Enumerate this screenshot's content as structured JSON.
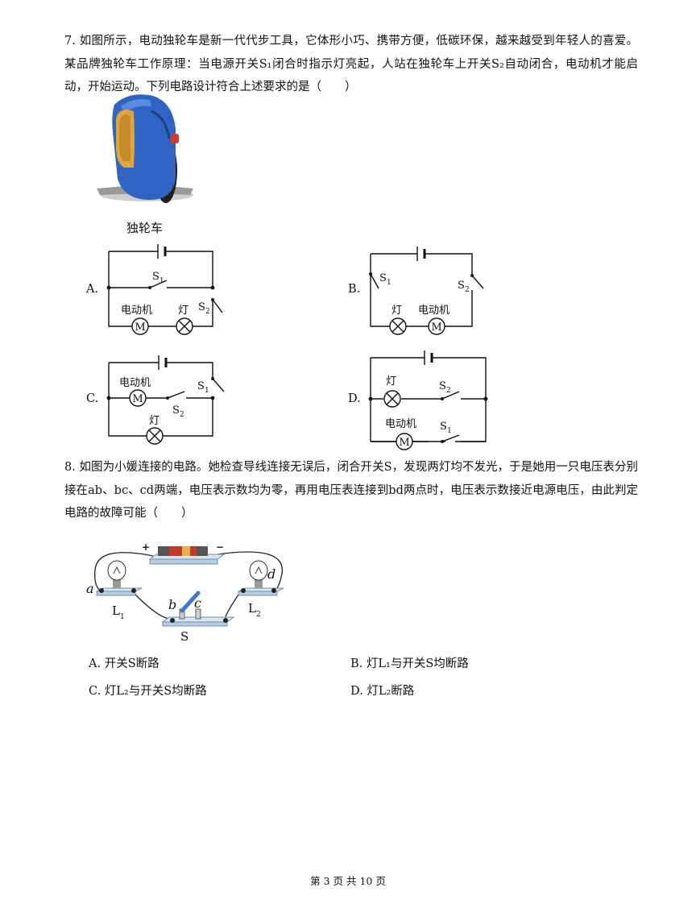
{
  "q7": {
    "text": "7. 如图所示，电动独轮车是新一代代步工具，它体形小巧、携带方便，低碳环保，越来越受到年轻人的喜爱。某品牌独轮车工作原理：当电源开关S₁闭合时指示灯亮起，人站在独轮车上开关S₂自动闭合，电动机才能启动，开始运动。下列电路设计符合上述要求的是（　　）",
    "image_caption": "独轮车",
    "options": [
      {
        "letter": "A."
      },
      {
        "letter": "B."
      },
      {
        "letter": "C."
      },
      {
        "letter": "D."
      }
    ],
    "labels": {
      "motor": "电动机",
      "lamp": "灯",
      "motor_symbol": "M",
      "switch": "S",
      "sub1": "1",
      "sub2": "2"
    }
  },
  "q8": {
    "text": "8. 如图为小媛连接的电路。她检查导线连接无误后，闭合开关S，发现两灯均不发光，于是她用一只电压表分别接在ab、bc、cd两端，电压表示数均为零，再用电压表连接到bd两点时，电压表示数接近电源电压，由此判定电路的故障可能（　　）",
    "figure_labels": {
      "plus": "+",
      "minus": "−",
      "a": "a",
      "b": "b",
      "c": "c",
      "d": "d",
      "L": "L",
      "s1": "1",
      "s2": "2",
      "S": "S"
    },
    "choices": [
      {
        "letter": "A.",
        "text": "开关S断路"
      },
      {
        "letter": "B.",
        "text": "灯L₁与开关S均断路"
      },
      {
        "letter": "C.",
        "text": "灯L₂与开关S均断路"
      },
      {
        "letter": "D.",
        "text": "灯L₂断路"
      }
    ]
  },
  "footer": "第 3 页 共 10 页"
}
